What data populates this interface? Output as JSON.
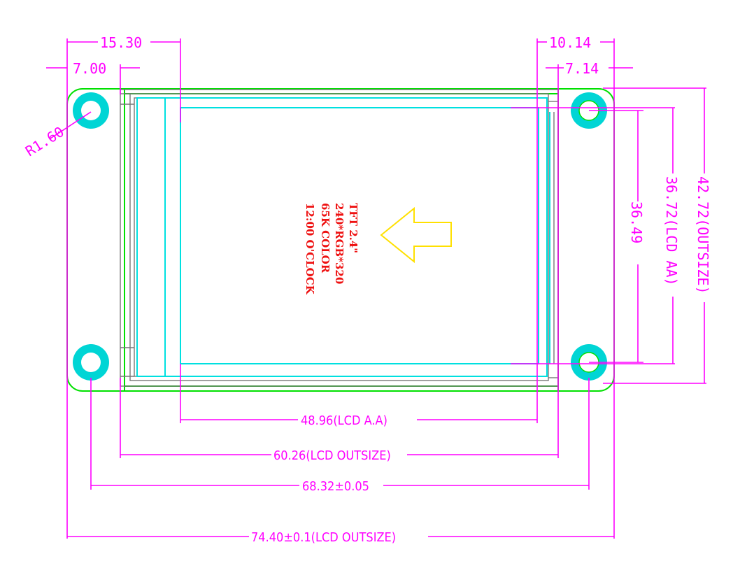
{
  "drawing": {
    "dimensions": {
      "left_15_30": "15.30",
      "left_7_00": "7.00",
      "right_10_14": "10.14",
      "right_7_14": "7.14",
      "radius": "R1.60",
      "height_36_49": "36.49",
      "height_lcd_aa": "36.72(LCD AA)",
      "height_outside": "42.72(OUTSIZE)",
      "width_lcd_aa": "48.96(LCD A.A)",
      "width_lcd_outsize": "60.26(LCD OUTSIZE)",
      "width_holes": "68.32±0.05",
      "width_total": "74.40±0.1(LCD OUTSIZE)"
    },
    "spec": {
      "line1": "TFT 2.4\"",
      "line2": "240*RGB*320",
      "line3": "65K COLOR",
      "line4": "12:00 O'CLOCK"
    },
    "colors": {
      "dimension": "#ff00ff",
      "board_outline": "#00e000",
      "active_area": "#00e0e0",
      "spec_text": "#ee1111",
      "arrow": "#ffe000"
    },
    "icons": {
      "orientation_arrow": "arrow-left-icon",
      "mounting_hole": "mounting-hole-icon"
    }
  }
}
